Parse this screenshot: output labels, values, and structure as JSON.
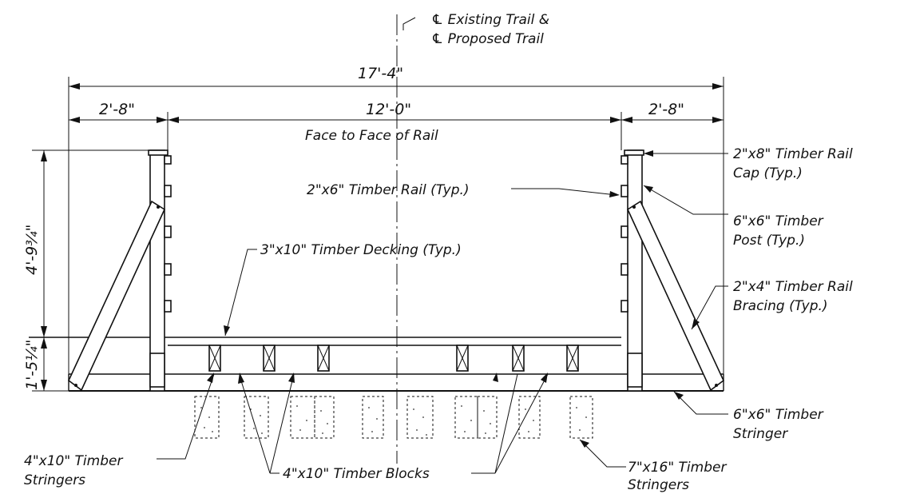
{
  "centerline": {
    "line1": "℄ Existing Trail &",
    "line2": "℄ Proposed Trail"
  },
  "dimensions": {
    "overall_width": "17'-4\"",
    "left_offset": "2'-8\"",
    "clear_width": "12'-0\"",
    "clear_width_note": "Face to Face of Rail",
    "right_offset": "2'-8\"",
    "rail_height": "4'-9¾\"",
    "deck_depth": "1'-5¼\""
  },
  "callouts": {
    "rail_cap_line1": "2\"x8\" Timber Rail",
    "rail_cap_line2": "Cap (Typ.)",
    "rail": "2\"x6\" Timber Rail (Typ.)",
    "post_line1": "6\"x6\" Timber",
    "post_line2": "Post (Typ.)",
    "decking": "3\"x10\" Timber Decking (Typ.)",
    "bracing_line1": "2\"x4\" Timber Rail",
    "bracing_line2": "Bracing (Typ.)",
    "stringer6_line1": "6\"x6\" Timber",
    "stringer6_line2": "Stringer",
    "stringers4_line1": "4\"x10\" Timber",
    "stringers4_line2": "Stringers",
    "blocks": "4\"x10\" Timber Blocks",
    "stringers7_line1": "7\"x16\" Timber",
    "stringers7_line2": "Stringers"
  },
  "colors": {
    "line": "#111111",
    "background": "#ffffff"
  }
}
